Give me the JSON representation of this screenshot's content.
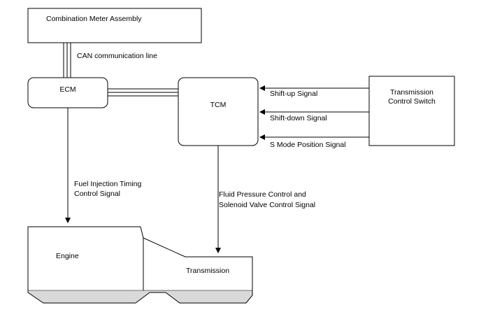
{
  "blocks": {
    "meter": "Combination Meter Assembly",
    "ecm": "ECM",
    "tcm": "TCM",
    "switch_line1": "Transmission",
    "switch_line2": "Control Switch",
    "engine": "Engine",
    "transmission": "Transmission"
  },
  "signals": {
    "can": "CAN communication line",
    "shift_up": "Shift-up Signal",
    "shift_down": "Shift-down Signal",
    "s_mode": "S Mode Position Signal",
    "fuel_line1": "Fuel Injection Timing",
    "fuel_line2": "Control Signal",
    "fluid_line1": "Fluid Pressure Control and",
    "fluid_line2": "Solenoid Valve Control Signal"
  },
  "colors": {
    "stroke": "#000000",
    "background": "#ffffff",
    "band": "#d9d9d9"
  }
}
